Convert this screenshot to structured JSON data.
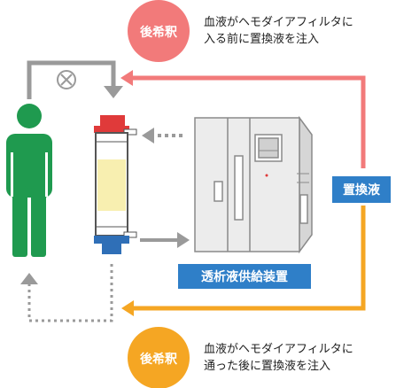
{
  "pre_dilution": {
    "badge": "後希釈",
    "desc_line1": "血液がヘモダイアフィルタに",
    "desc_line2": "入る前に置換液を注入",
    "color": "#f27a7a"
  },
  "post_dilution": {
    "badge": "後希釈",
    "desc_line1": "血液がヘモダイアフィルタに",
    "desc_line2": "通った後に置換液を注入",
    "color": "#f5a623"
  },
  "replacement_fluid_label": "置換液",
  "dialysate_device_label": "透析液供給装置",
  "colors": {
    "person": "#1f9a4f",
    "line_gray": "#9a9a9a",
    "label_blue": "#2f7fc8",
    "filter_fill": "#f8efb0",
    "machine_fill": "#e8e8e8",
    "machine_stroke": "#8a8a8a"
  },
  "icons": [
    "person-icon",
    "stop-icon",
    "hemodiafilter-icon",
    "machine-icon"
  ]
}
